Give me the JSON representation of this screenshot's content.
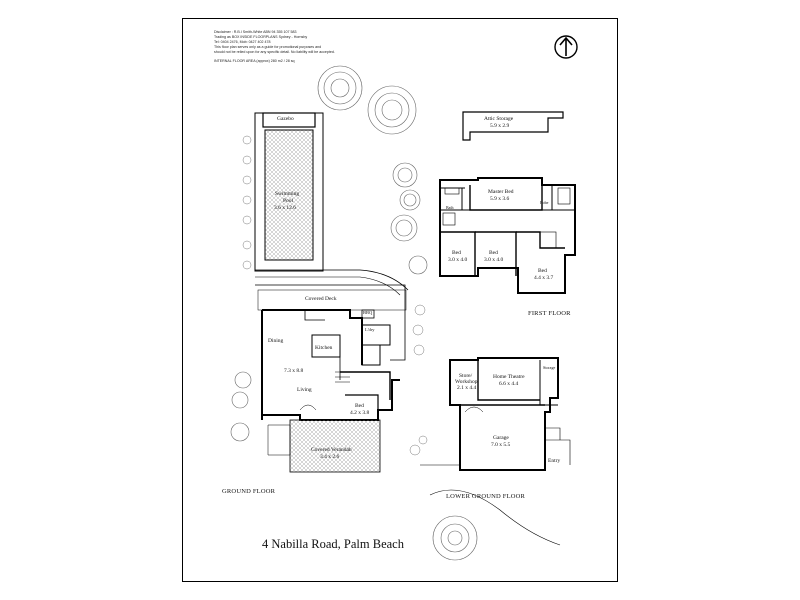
{
  "disclaimer": {
    "lines": [
      "Disclaimer : R.B.I Smith-White   ABN 94 355 107 583",
      "Trading as BOX INSIDE FLOORPLANS Sydney - Hornsby",
      "Tel: 0404 2476, Mob: 0427 402 478",
      "This floor plan serves only as a guide for promotional purposes and",
      "should not be relied upon for any specific detail. No liability will be accepted."
    ],
    "area": "INTERNAL FLOOR AREA (approx) 280 m2 / 28 sq"
  },
  "ground_floor": {
    "name": "GROUND FLOOR",
    "rooms": {
      "gazebo": "Gazebo",
      "pool": "Swimming",
      "pool2": "Pool",
      "pool_dim": "3.6 x 12.6",
      "deck": "Covered Deck",
      "dining": "Dining",
      "kitchen": "Kitchen",
      "living_dim": "7.3 x 8.8",
      "living": "Living",
      "bed": "Bed",
      "bed_dim": "4.2 x 3.8",
      "verandah": "Covered Verandah",
      "verandah_dim": "3.4 x 2.6",
      "bbq": "BBQ",
      "ldry": "L'dry"
    }
  },
  "first_floor": {
    "name": "FIRST FLOOR",
    "rooms": {
      "attic": "Attic Storage",
      "attic_dim": "5.9 x 2.9",
      "master": "Master Bed",
      "master_dim": "5.9 x 3.6",
      "bed1": "Bed",
      "bed1_dim": "3.0 x 4.0",
      "bed2": "Bed",
      "bed2_dim": "3.0 x 4.0",
      "bed3": "Bed",
      "bed3_dim": "4.4 x 3.7",
      "bath": "Bath",
      "robe": "Robe"
    }
  },
  "lower_ground_floor": {
    "name": "LOWER GROUND FLOOR",
    "rooms": {
      "store": "Store/",
      "workshop": "Workshop",
      "store_dim": "2.1 x 4.4",
      "theatre": "Home Theatre",
      "theatre_dim": "6.6 x 4.4",
      "garage": "Garage",
      "garage_dim": "7.0 x 5.5",
      "entry": "Entry",
      "storage": "Storage"
    }
  },
  "address": "4 Nabilla Road, Palm Beach",
  "icons": {
    "north": "north-arrow-icon",
    "tree": "tree-icon",
    "plant": "plant-icon"
  }
}
